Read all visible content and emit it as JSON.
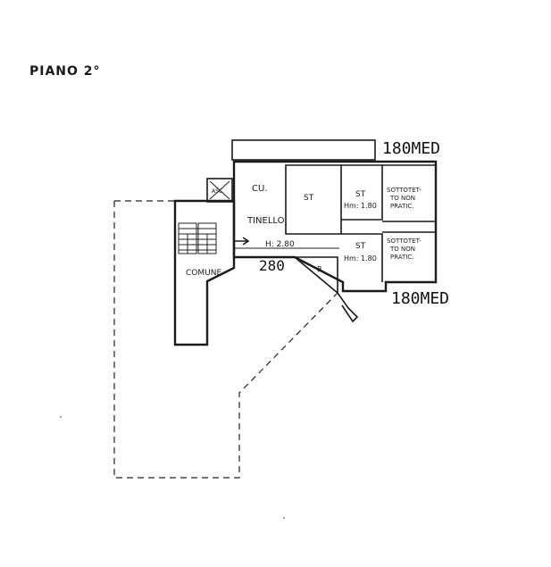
{
  "title": "PIANO 2°",
  "rooms": {
    "cucina": "CU.",
    "tinello": "TINELLO",
    "height_main": "H: 2.80",
    "st1": "ST",
    "st2": "ST",
    "st2_height": "Hm: 1.80",
    "st3": "ST",
    "st3_height": "Hm: 1.80",
    "sott1_line1": "SOTTOTET-",
    "sott1_line2": "TO NON",
    "sott1_line3": "PRATIC.",
    "sott2_line1": "SOTTOTET-",
    "sott2_line2": "TO NON",
    "sott2_line3": "PRATIC.",
    "bagno": "B.",
    "comune": "COMUNE",
    "ascensore": "ASC."
  },
  "annotations": {
    "top_right": "180MED",
    "bottom_right": "180MED",
    "center": "280"
  }
}
